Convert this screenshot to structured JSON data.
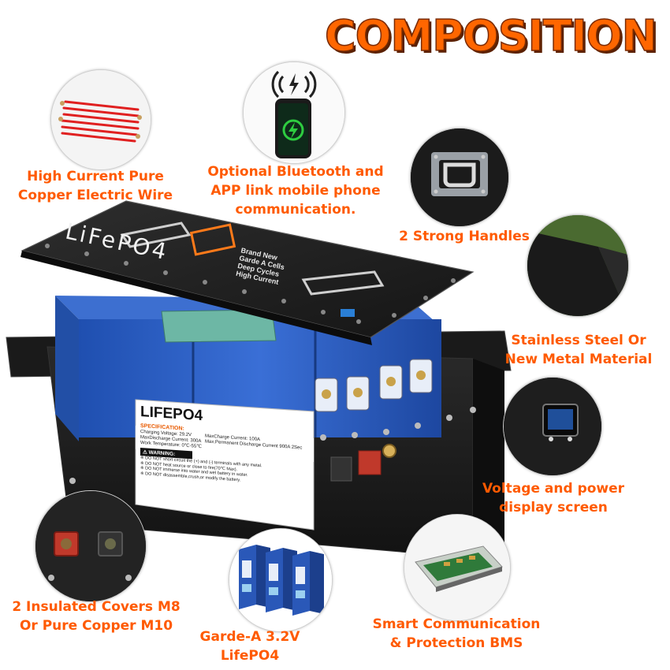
{
  "title": "COMPOSITION",
  "features": {
    "wire": "High Current Pure\nCopper Electric Wire",
    "bluetooth": "Optional Bluetooth and\nAPP link mobile phone\ncommunication.",
    "handles": "2 Strong Handles",
    "steel": "Stainless Steel Or\nNew Metal Material",
    "display": "Voltage and power\ndisplay screen",
    "bms": "Smart Communication\n& Protection BMS",
    "cells": "Garde-A 3.2V\nLifePO4",
    "covers": "2 Insulated Covers M8\nOr Pure Copper M10"
  },
  "lid": {
    "brand": "LiFePO4",
    "slogan_1": "Brand New",
    "slogan_2": "Garde A Cells",
    "slogan_3": "Deep Cycles",
    "slogan_4": "High Current"
  },
  "sticker": {
    "brand": "LIFEPO4",
    "spec_title": "SPECIFICATION:",
    "spec_1": "Charging Voltage: 29.2V",
    "spec_2": "MaxDischarge Current: 300A",
    "spec_3": "Work Temperature: 0℃-55℃",
    "spec_4": "MaxCharge Current: 100A",
    "spec_5": "Max.Permanent Discharge Current 900A 2Sec",
    "warning_title": "WARNING:",
    "warn_1": "※ DO NOT short circuit the (+) and (-) terminals with any metal.",
    "warn_2": "※ DO NOT heat source or close to fire(70℃ Max).",
    "warn_3": "※ DO NOT immerse into water and wet battery in water.",
    "warn_4": "※ DO NOT disassemble,crush,or modify the battery."
  },
  "colors": {
    "accent": "#ff5a00",
    "title": "#ff6600",
    "case": "#1c1c1c",
    "cell": "#2f5fbf"
  }
}
